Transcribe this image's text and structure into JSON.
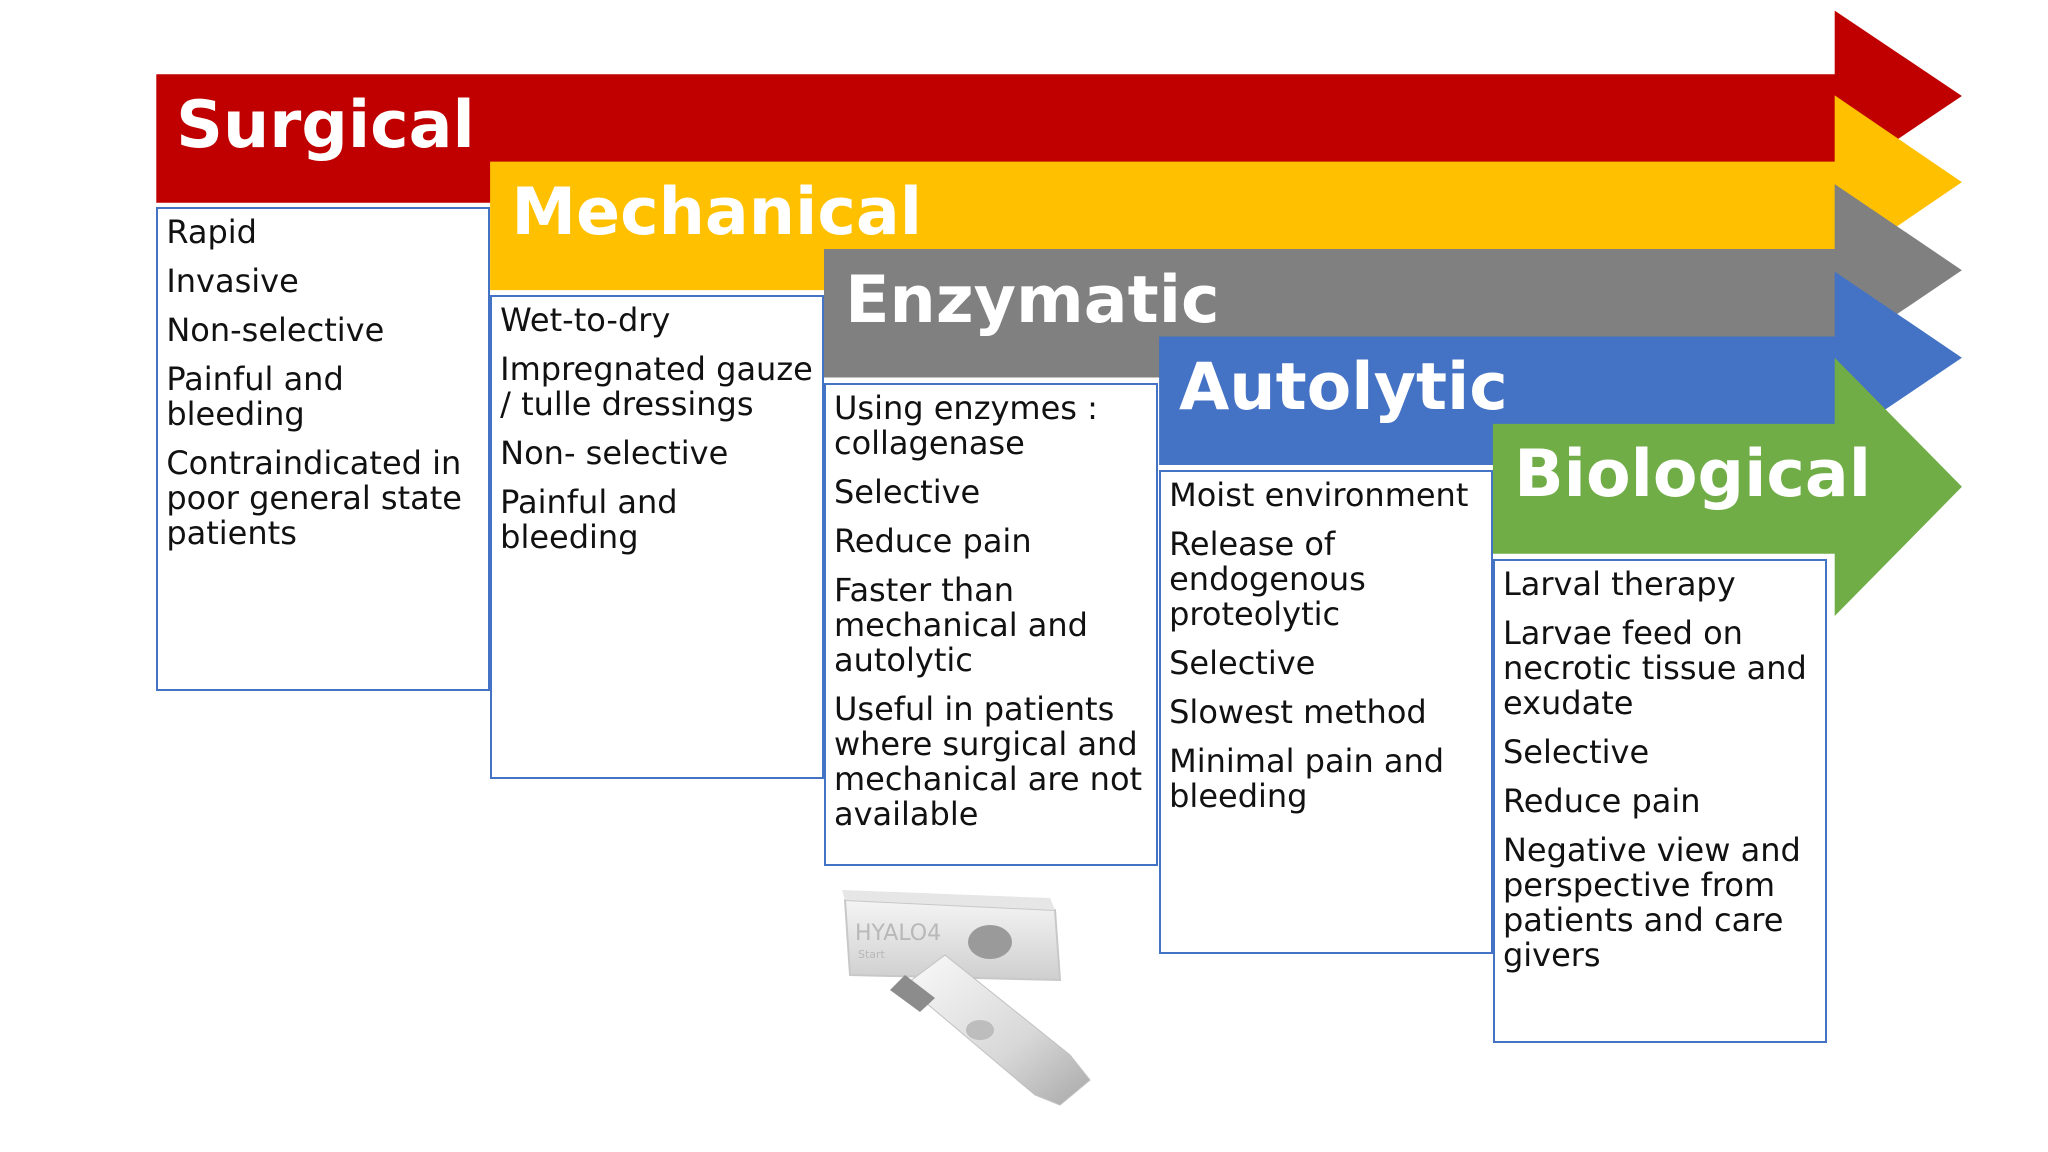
{
  "categories": [
    {
      "title": "Surgical",
      "color": "#C00000",
      "items": [
        "Rapid",
        "Invasive",
        "Non-selective",
        "Painful and bleeding",
        "Contraindicated in poor general state patients"
      ]
    },
    {
      "title": "Mechanical",
      "color": "#FFC000",
      "items": [
        "Wet-to-dry",
        "Impregnated gauze / tulle dressings",
        "Non- selective",
        "Painful and bleeding"
      ]
    },
    {
      "title": "Enzymatic",
      "color": "#808080",
      "items": [
        "Using enzymes : collagenase",
        "Selective",
        "Reduce pain",
        "Faster than mechanical and autolytic",
        "Useful in patients where surgical and mechanical are not available"
      ]
    },
    {
      "title": "Autolytic",
      "color": "#4472C4",
      "items": [
        "Moist environment",
        "Release of endogenous proteolytic",
        "Selective",
        "Slowest method",
        "Minimal pain and bleeding"
      ]
    },
    {
      "title": "Biological",
      "color": "#70AD47",
      "items": [
        "Larval therapy",
        "Larvae feed on necrotic tissue and exudate",
        "Selective",
        "Reduce pain",
        "Negative view and perspective from patients and care givers"
      ]
    }
  ],
  "product_image": {
    "label": "HYALO4 Start",
    "icon": "ointment-tube-image"
  }
}
